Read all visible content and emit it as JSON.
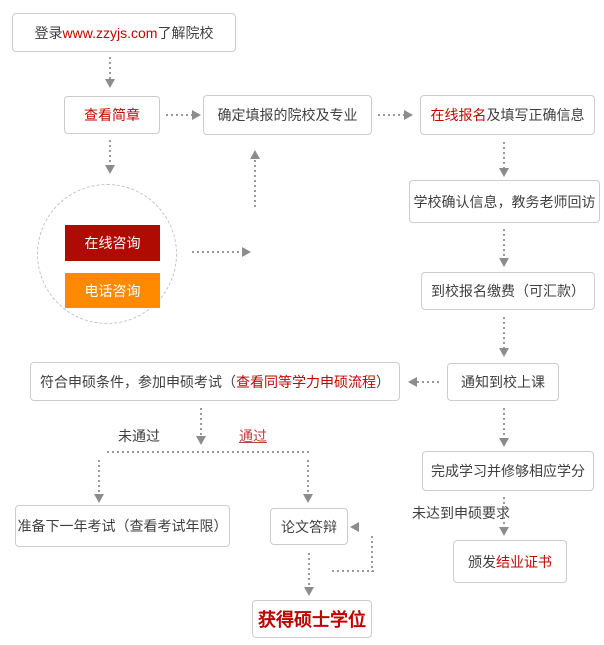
{
  "title": "同等学力申硕报考流程图",
  "colors": {
    "accent_red": "#c10700",
    "degree_red": "#c00000",
    "pass_red": "#bf3f42",
    "button_dark_red": "#b00b02",
    "button_orange": "#ff8a00",
    "text_dark": "#3f3f3f",
    "box_border": "#cccccc",
    "arrow_dots": "#999999",
    "arrow_head": "#8c8c8c"
  },
  "nodes": {
    "login": {
      "prefix": "登录 ",
      "link": "www.zzyjs.com",
      "suffix": " 了解院校"
    },
    "view_guide": {
      "text": "查看简章"
    },
    "choose": {
      "text": "确定填报的院校及专业"
    },
    "online_signup": {
      "highlight": "在线报名",
      "rest": "及填写正确信息"
    },
    "school_confirm": {
      "text": "学校确认信息，教务老师回访"
    },
    "pay": {
      "text": "到校报名缴费（可汇款）"
    },
    "notify": {
      "text": "通知到校上课"
    },
    "exam": {
      "prefix": "符合申硕条件，参加申硕考试（",
      "link": "查看同等学力申硕流程",
      "suffix": "）"
    },
    "credits": {
      "text": "完成学习并修够相应学分"
    },
    "certificate": {
      "prefix": "颁发",
      "highlight": "结业证书"
    },
    "retry": {
      "text": "准备下一年考试（查看考试年限）"
    },
    "defense": {
      "text": "论文答辩"
    },
    "degree": {
      "text": "获得硕士学位"
    },
    "online_consult": {
      "text": "在线咨询"
    },
    "phone_consult": {
      "text": "电话咨询"
    }
  },
  "labels": {
    "fail": "未通过",
    "pass": "通过",
    "not_met": "未达到申硕要求"
  }
}
